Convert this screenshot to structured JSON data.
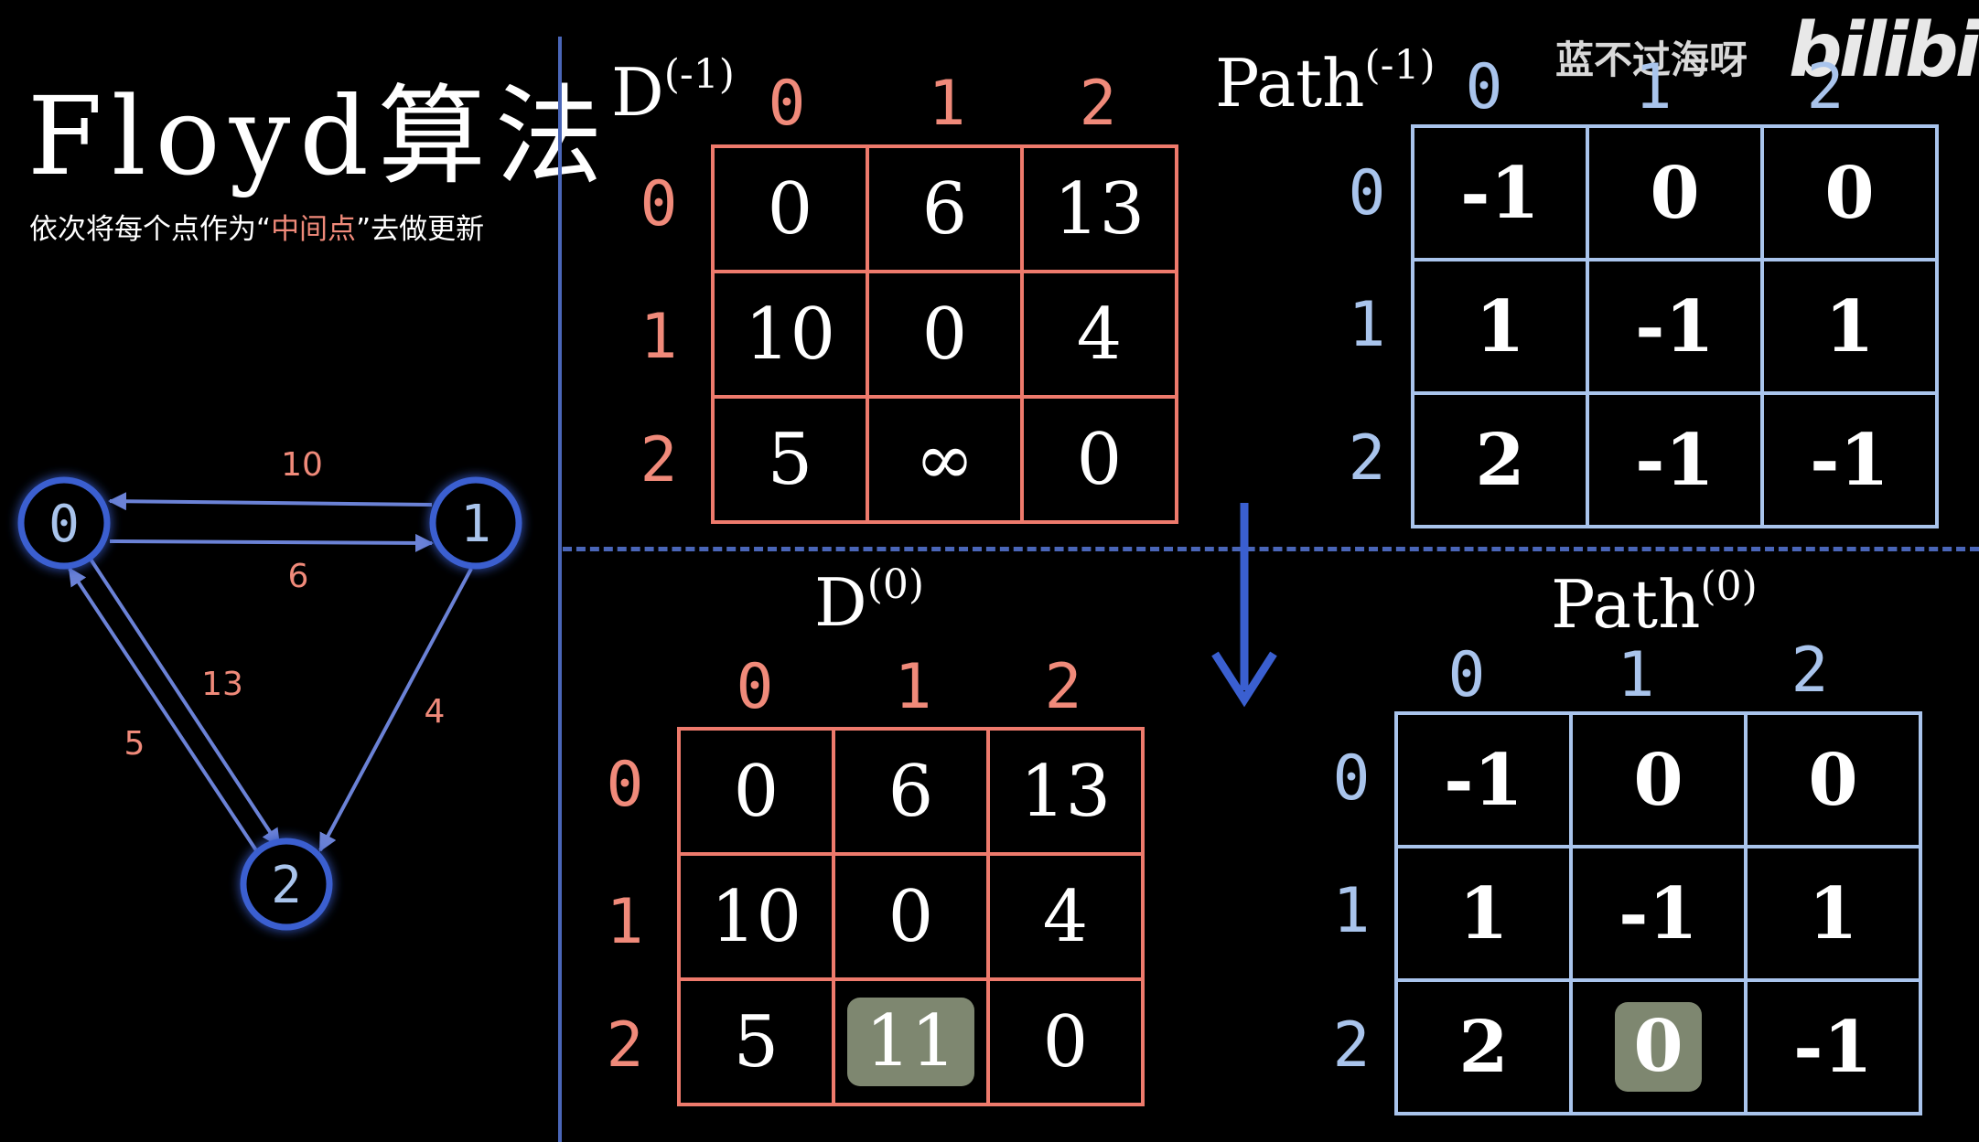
{
  "title": "Floyd算法",
  "subtitle": {
    "before": "依次将每个点作为“",
    "highlight": "中间点",
    "after": "”去做更新"
  },
  "watermark": "蓝不过海呀",
  "logo": "bilibili",
  "colors": {
    "distance_matrix": "#ee7a6c",
    "path_matrix": "#a9c4ec",
    "divider": "#4a66b8",
    "highlight_cell": "#7e8770",
    "node_stroke": "#3a5fd0",
    "edge": "#6b82d6",
    "edge_label": "#f08a7a"
  },
  "graph": {
    "nodes": [
      {
        "id": "0",
        "label": "0"
      },
      {
        "id": "1",
        "label": "1"
      },
      {
        "id": "2",
        "label": "2"
      }
    ],
    "edges": [
      {
        "from": "1",
        "to": "0",
        "weight": "10"
      },
      {
        "from": "0",
        "to": "1",
        "weight": "6"
      },
      {
        "from": "0",
        "to": "2",
        "weight": "13"
      },
      {
        "from": "2",
        "to": "0",
        "weight": "5"
      },
      {
        "from": "1",
        "to": "2",
        "weight": "4"
      }
    ]
  },
  "matrices": {
    "d_prev": {
      "label_base": "D",
      "label_sup": "(-1)",
      "col_headers": [
        "0",
        "1",
        "2"
      ],
      "row_headers": [
        "0",
        "1",
        "2"
      ],
      "rows": [
        [
          "0",
          "6",
          "13"
        ],
        [
          "10",
          "0",
          "4"
        ],
        [
          "5",
          "∞",
          "0"
        ]
      ]
    },
    "path_prev": {
      "label_base": "Path",
      "label_sup": "(-1)",
      "col_headers": [
        "0",
        "1",
        "2"
      ],
      "row_headers": [
        "0",
        "1",
        "2"
      ],
      "rows": [
        [
          "-1",
          "0",
          "0"
        ],
        [
          "1",
          "-1",
          "1"
        ],
        [
          "2",
          "-1",
          "-1"
        ]
      ]
    },
    "d_curr": {
      "label_base": "D",
      "label_sup": "(0)",
      "col_headers": [
        "0",
        "1",
        "2"
      ],
      "row_headers": [
        "0",
        "1",
        "2"
      ],
      "rows": [
        [
          "0",
          "6",
          "13"
        ],
        [
          "10",
          "0",
          "4"
        ],
        [
          "5",
          "11",
          "0"
        ]
      ],
      "updated_cell": {
        "row": 2,
        "col": 1
      }
    },
    "path_curr": {
      "label_base": "Path",
      "label_sup": "(0)",
      "col_headers": [
        "0",
        "1",
        "2"
      ],
      "row_headers": [
        "0",
        "1",
        "2"
      ],
      "rows": [
        [
          "-1",
          "0",
          "0"
        ],
        [
          "1",
          "-1",
          "1"
        ],
        [
          "2",
          "0",
          "-1"
        ]
      ],
      "updated_cell": {
        "row": 2,
        "col": 1
      }
    }
  }
}
